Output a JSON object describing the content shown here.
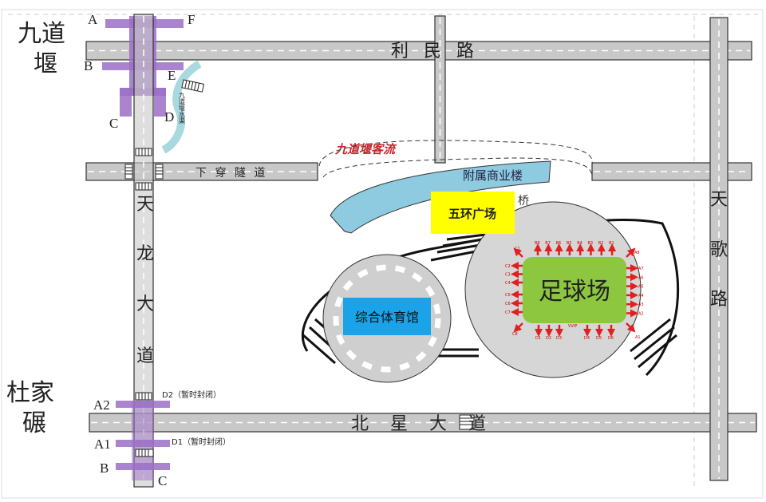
{
  "roads": {
    "limin": "利 民 路",
    "tunnel": "下 穿 隧 道",
    "beixing": "北 星 大 道",
    "tianlong": [
      "天",
      "龙",
      "大",
      "道"
    ],
    "tiange": [
      "天",
      "歌",
      "路"
    ]
  },
  "places": {
    "jiudaoyan": [
      "九道",
      "堰"
    ],
    "dujianian": [
      "杜家",
      "碾"
    ],
    "passenger_flow": "九道堰客流",
    "commercial": "附属商业楼",
    "bridge": "桥",
    "plaza": "五环广场",
    "stadium": "足球场",
    "gym": "综合体育馆",
    "river": "九道堰水渠"
  },
  "station_top": {
    "exits": [
      "A",
      "F",
      "B",
      "E",
      "C",
      "D"
    ]
  },
  "station_bottom": {
    "exits": [
      "A2",
      "A1",
      "B",
      "C"
    ],
    "d2": "D2（暂时封闭）",
    "d1": "D1（暂时封闭）"
  },
  "gates": {
    "top": [
      "B8",
      "B7",
      "B6",
      "B5",
      "B4",
      "B3",
      "B2",
      "B1"
    ],
    "left": [
      "C2",
      "C3",
      "C4",
      "C5",
      "C6",
      "C7"
    ],
    "right": [
      "A7",
      "A6",
      "A5",
      "A4",
      "A3",
      "A2"
    ],
    "bottom_left": [
      "D1",
      "D2",
      "D3"
    ],
    "bottom_right": [
      "D4",
      "D5",
      "D6"
    ],
    "vip": "VVIP",
    "corners": {
      "tl": "C1",
      "bl": "C8",
      "tr": "A8",
      "br": "A1"
    }
  },
  "colors": {
    "purple": "#9b6fc6",
    "plaza": "#ffff00",
    "stadium_field": "#8dc63f",
    "gym": "#1aa3e8",
    "commercial": "#8ecae0",
    "arrow": "#e02020",
    "flow": "#c0272d"
  }
}
